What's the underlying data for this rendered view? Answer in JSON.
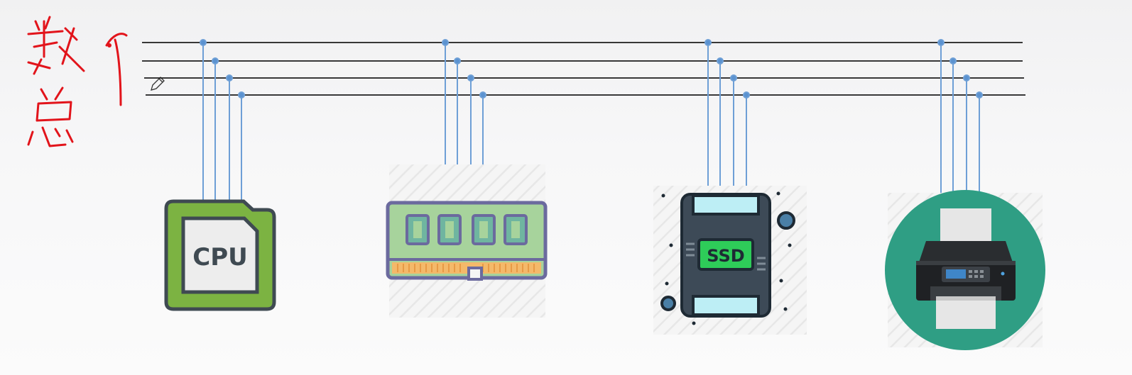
{
  "handwriting": {
    "annotation": "数总",
    "color": "#e2141b"
  },
  "bus": {
    "line_count": 4,
    "line_color": "#1e1e1e",
    "tap_color": "#6e9fd6"
  },
  "devices": [
    {
      "id": "cpu",
      "label": "CPU",
      "icon": "cpu-chip-icon"
    },
    {
      "id": "ram",
      "label": "",
      "icon": "memory-module-icon"
    },
    {
      "id": "ssd",
      "label": "SSD",
      "icon": "ssd-drive-icon"
    },
    {
      "id": "printer",
      "label": "",
      "icon": "printer-icon"
    }
  ],
  "colors": {
    "cpu_green": "#7cb342",
    "cpu_dark": "#3f4a52",
    "ram_green": "#a7d39c",
    "ram_border": "#6b6a9e",
    "ram_gold": "#f4b96a",
    "ssd_body": "#3d4a57",
    "ssd_cyan": "#bdeef5",
    "ssd_label": "#2ecc59",
    "printer_circle": "#2f9e84"
  }
}
